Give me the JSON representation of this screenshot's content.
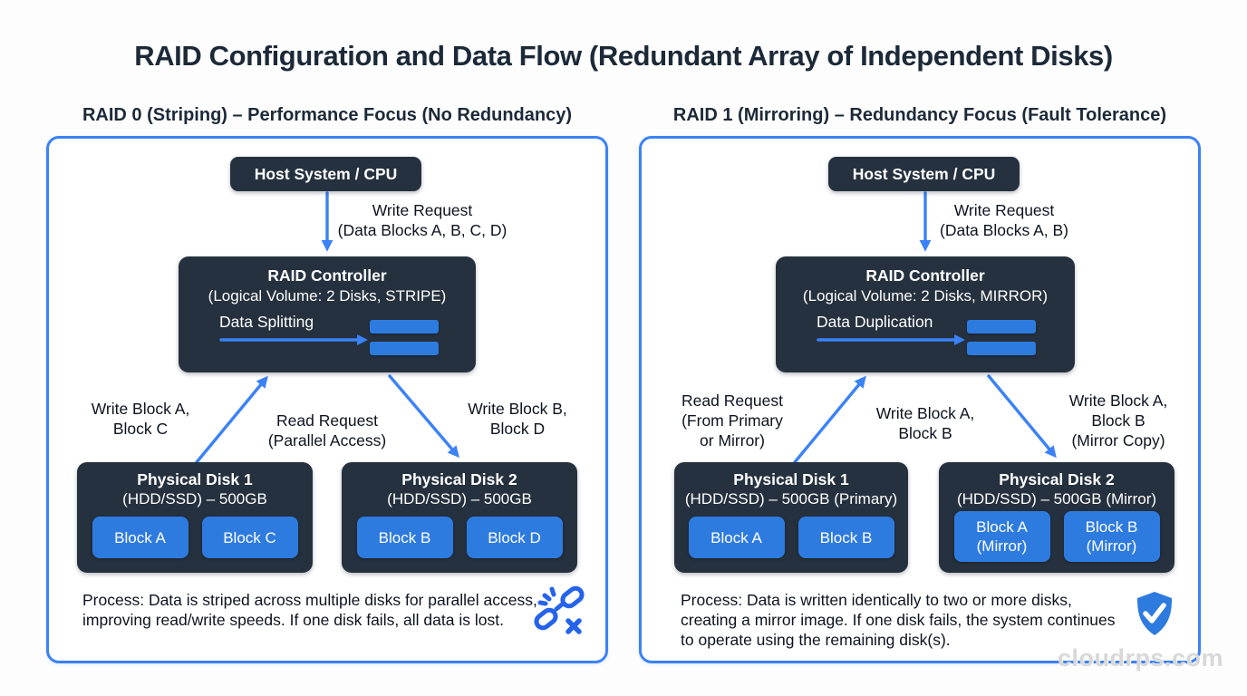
{
  "title": "RAID Configuration and Data Flow (Redundant Array of Independent Disks)",
  "watermark": "cloudrps.com",
  "colors": {
    "accent_blue": "#3b82f6",
    "block_blue": "#2e7be0",
    "dark_navy": "#25313f",
    "title_navy": "#1c2938"
  },
  "raid0": {
    "subtitle": "RAID 0 (Striping) – Performance Focus (No Redundancy)",
    "host": "Host System / CPU",
    "request_line1": "Write Request",
    "request_line2": "(Data Blocks A, B, C, D)",
    "controller": {
      "title": "RAID Controller",
      "subtitle": "(Logical Volume: 2 Disks, STRIPE)",
      "operation": "Data Splitting"
    },
    "label_left_line1": "Write Block A,",
    "label_left_line2": "Block C",
    "label_center_line1": "Read Request",
    "label_center_line2": "(Parallel Access)",
    "label_right_line1": "Write Block B,",
    "label_right_line2": "Block D",
    "disk1": {
      "title": "Physical Disk 1",
      "subtitle": "(HDD/SSD) – 500GB",
      "block1": "Block A",
      "block2": "Block C"
    },
    "disk2": {
      "title": "Physical Disk 2",
      "subtitle": "(HDD/SSD) – 500GB",
      "block1": "Block B",
      "block2": "Block D"
    },
    "process_line1": "Process: Data is striped across multiple disks for parallel access,",
    "process_line2": "improving read/write speeds. If one disk fails, all data is lost.",
    "icon": "broken-link"
  },
  "raid1": {
    "subtitle": "RAID 1 (Mirroring) – Redundancy Focus (Fault Tolerance)",
    "host": "Host System / CPU",
    "request_line1": "Write Request",
    "request_line2": "(Data Blocks A, B)",
    "controller": {
      "title": "RAID Controller",
      "subtitle": "(Logical Volume: 2 Disks, MIRROR)",
      "operation": "Data Duplication"
    },
    "label_left_line1": "Read Request",
    "label_left_line2": "(From Primary",
    "label_left_line3": "or Mirror)",
    "label_center_line1": "Write Block A,",
    "label_center_line2": "Block B",
    "label_right_line1": "Write Block A,",
    "label_right_line2": "Block B",
    "label_right_line3": "(Mirror Copy)",
    "disk1": {
      "title": "Physical Disk 1",
      "subtitle": "(HDD/SSD) – 500GB (Primary)",
      "block1": "Block A",
      "block2": "Block B"
    },
    "disk2": {
      "title": "Physical Disk 2",
      "subtitle": "(HDD/SSD) – 500GB (Mirror)",
      "block1": "Block A (Mirror)",
      "block2": "Block B (Mirror)"
    },
    "process_line1": "Process: Data is written identically to two or more disks,",
    "process_line2": "creating a mirror image. If one disk fails, the system continues",
    "process_line3": "to operate using the remaining disk(s).",
    "icon": "shield-check"
  }
}
